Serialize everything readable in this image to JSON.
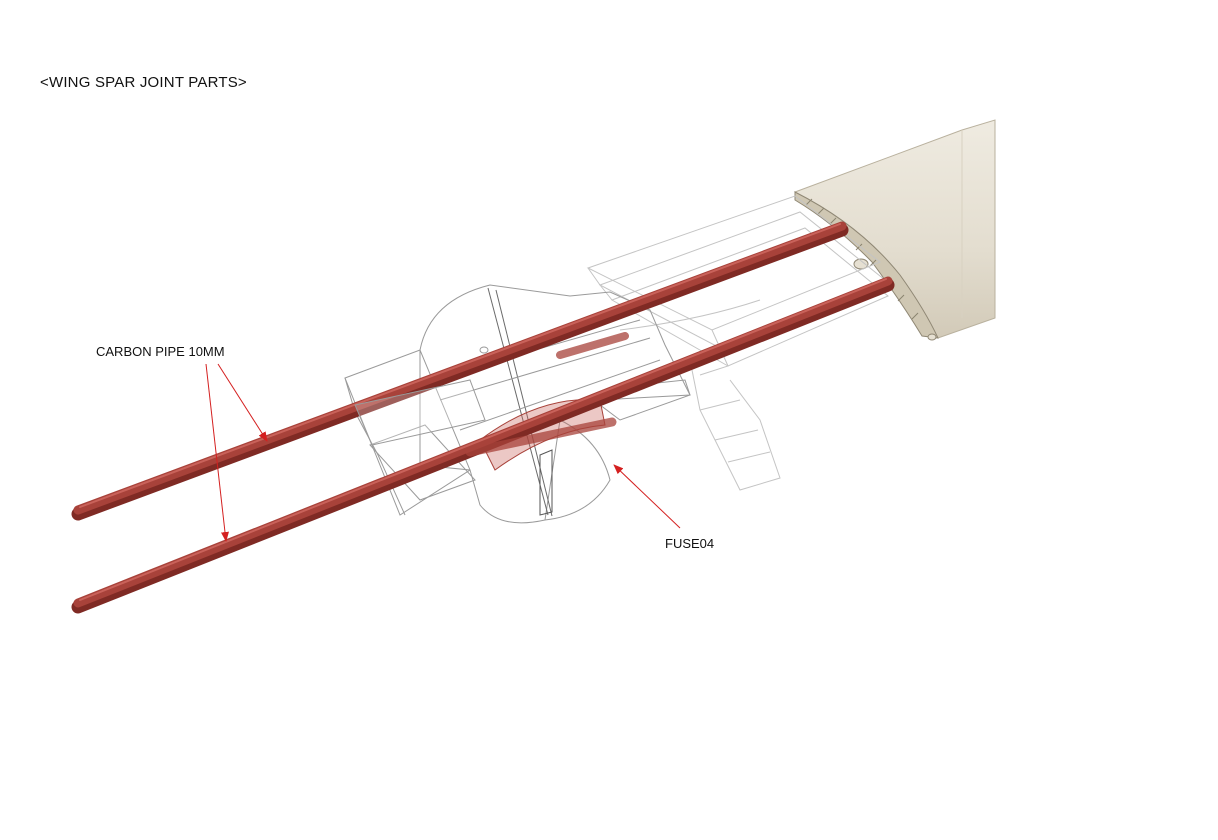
{
  "title": "<WING SPAR JOINT PARTS>",
  "callouts": {
    "carbon_pipe": "CARBON PIPE 10MM",
    "fuse": "FUSE04"
  },
  "colors": {
    "pipe": "#a8423a",
    "pipe_highlight": "#c9625a",
    "pipe_shadow": "#7f2a24",
    "wing_skin": "#e8e3d6",
    "wing_shadow": "#cfc8b6",
    "ghost_line": "#9a9a9a",
    "leader_arrow": "#d42020"
  }
}
